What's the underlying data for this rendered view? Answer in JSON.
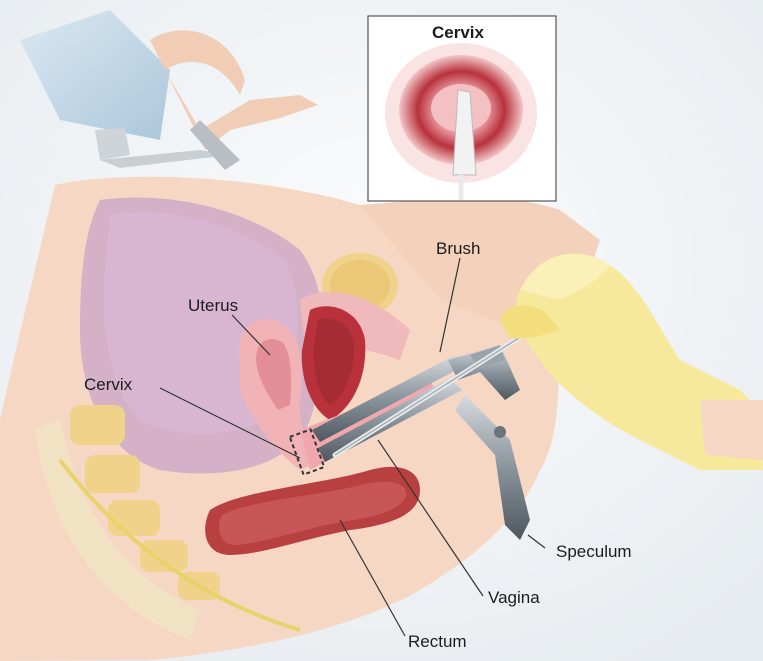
{
  "inset": {
    "title": "Cervix"
  },
  "labels": {
    "brush": "Brush",
    "uterus": "Uterus",
    "cervix": "Cervix",
    "speculum": "Speculum",
    "vagina": "Vagina",
    "rectum": "Rectum"
  },
  "colors": {
    "background": "#f4f6f8",
    "skin": "#f6d7c3",
    "tissue_pink": "#e9a7ad",
    "uterus_red": "#b8313b",
    "rectum_red": "#b94040",
    "bone": "#f0d28a",
    "glove": "#f7e99b",
    "speculum_metal": "#7d878f",
    "leader_line": "#333333"
  }
}
